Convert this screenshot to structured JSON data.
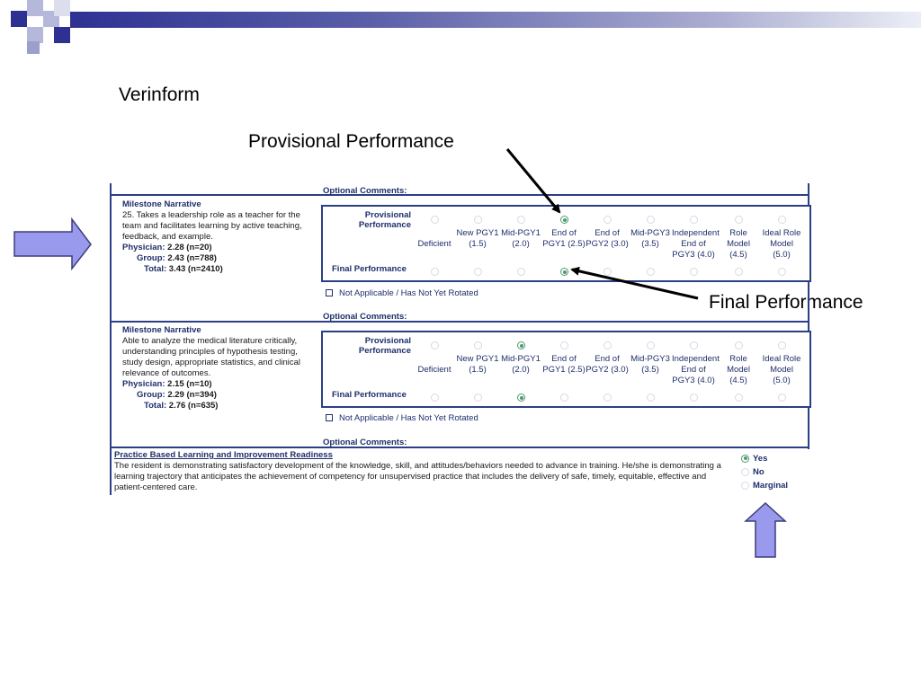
{
  "slide": {
    "title": "Verinform",
    "callout_provisional": "Provisional Performance",
    "callout_final": "Final Performance",
    "colors": {
      "brand_navy": "#2e3192",
      "arrow_fill": "#9999ee",
      "selected_radio": "#4d9a6d"
    }
  },
  "form": {
    "optional_comments_label": "Optional Comments:",
    "row_labels": {
      "provisional": "Provisional Performance",
      "final": "Final Performance"
    },
    "columns": [
      {
        "label": "Deficient"
      },
      {
        "label": "New PGY1 (1.5)"
      },
      {
        "label": "Mid-PGY1 (2.0)"
      },
      {
        "label": "End of PGY1 (2.5)"
      },
      {
        "label": "End of PGY2 (3.0)"
      },
      {
        "label": "Mid-PGY3 (3.5)"
      },
      {
        "label": "Independent End of PGY3 (4.0)"
      },
      {
        "label": "Role Model (4.5)"
      },
      {
        "label": "Ideal Role Model (5.0)"
      }
    ],
    "not_applicable_label": "Not Applicable / Has Not Yet Rotated",
    "milestones": [
      {
        "heading": "Milestone Narrative",
        "text": "25. Takes a leadership role as a teacher for the team and facilitates learning by active teaching, feedback, and example.",
        "physician_label": "Physician:",
        "physician_value": "2.28 (n=20)",
        "group_label": "Group:",
        "group_value": "2.43 (n=788)",
        "total_label": "Total:",
        "total_value": "3.43 (n=2410)",
        "provisional_selected_index": 3,
        "final_selected_index": 3
      },
      {
        "heading": "Milestone Narrative",
        "text": "Able to analyze the medical literature critically, understanding principles of hypothesis testing, study design, appropriate statistics, and clinical relevance of outcomes.",
        "physician_label": "Physician:",
        "physician_value": "2.15 (n=10)",
        "group_label": "Group:",
        "group_value": "2.29 (n=394)",
        "total_label": "Total:",
        "total_value": "2.76 (n=635)",
        "provisional_selected_index": 2,
        "final_selected_index": 2
      }
    ],
    "readiness": {
      "title": "Practice Based Learning and Improvement Readiness",
      "text": "The resident is demonstrating satisfactory development of the knowledge, skill, and attitudes/behaviors needed to advance in training. He/she is demonstrating a learning trajectory that anticipates the achievement of competency for unsupervised practice that includes the delivery of safe, timely, equitable, effective and patient-centered care.",
      "options": [
        "Yes",
        "No",
        "Marginal"
      ],
      "selected": "Yes"
    }
  }
}
